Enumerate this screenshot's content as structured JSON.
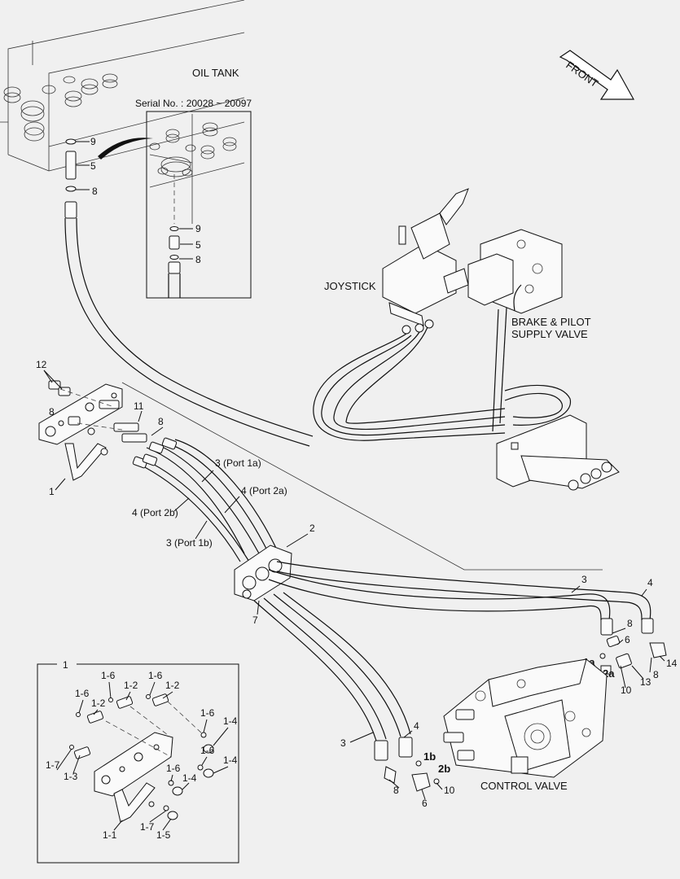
{
  "texts": {
    "oil_tank": "OIL TANK",
    "serial": "Serial No. : 20028 ~ 20097",
    "front": "FRONT",
    "joystick": "JOYSTICK",
    "brake_1": "BRAKE & PILOT",
    "brake_2": "SUPPLY VALVE",
    "control_valve": "CONTROL VALVE"
  },
  "callouts": {
    "tank_9": "9",
    "tank_5": "5",
    "tank_8": "8",
    "inset_9": "9",
    "inset_5": "5",
    "inset_8": "8",
    "c12": "12",
    "c8a": "8",
    "c11": "11",
    "c8b": "8",
    "c1": "1",
    "c3_1a": "3 (Port 1a)",
    "c4_2a": "4 (Port 2a)",
    "c4_2b": "4 (Port 2b)",
    "c3_1b": "3 (Port 1b)",
    "c2": "2",
    "c7": "7",
    "r3": "3",
    "r4": "4",
    "r8": "8",
    "r6": "6",
    "r1a": "1a",
    "r8b": "8",
    "r14": "14",
    "r2a": "2a",
    "r10": "10",
    "r13": "13",
    "b3": "3",
    "b4": "4",
    "b1b": "1b",
    "b2b": "2b",
    "b8": "8",
    "b10": "10",
    "b6": "6"
  },
  "detail": {
    "box": "1",
    "a16_1": "1-6",
    "a12_1": "1-2",
    "a16_2": "1-6",
    "a12_2": "1-2",
    "a16_3": "1-6",
    "a12_3": "1-2",
    "a16_4": "1-6",
    "a14_1": "1-4",
    "a16_5": "1-6",
    "a14_2": "1-4",
    "a17_1": "1-7",
    "a13": "1-3",
    "a16_6": "1-6",
    "a14_3": "1-4",
    "a11": "1-1",
    "a17_2": "1-7",
    "a15": "1-5"
  }
}
